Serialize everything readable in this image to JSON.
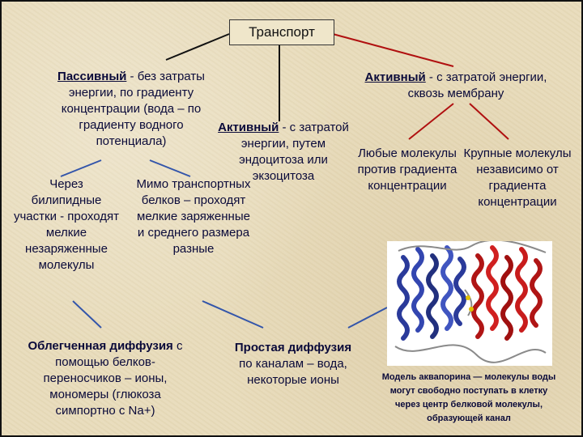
{
  "title": "Транспорт",
  "passive": {
    "head": "Пассивный",
    "rest": " - без затраты энергии, по градиенту концентрации (вода – по градиенту водного потенциала)"
  },
  "active_middle": {
    "head": "Активный",
    "rest": " - с затратой энергии, путем эндоцитоза или экзоцитоза"
  },
  "active_right": {
    "head": "Активный",
    "rest": " - с затратой энергии, сквозь мембрану"
  },
  "bilipid": "Через билипидные участки - проходят мелкие незаряженные молекулы",
  "bypass": "Мимо транспортных белков – проходят мелкие заряженные и среднего размера разные",
  "facilitated": {
    "head": "Облегченная диффузия",
    "rest": " с помощью белков-переносчиков – ионы, мономеры (глюкоза симпортно с Na+)"
  },
  "simple": {
    "head": "Простая диффузия",
    "rest": " по каналам – вода, некоторые ионы"
  },
  "any_molecules": "Любые молекулы против градиента концентрации",
  "large_molecules": "Крупные молекулы независимо от градиента концентрации",
  "caption": "Модель аквапорина — молекулы воды могут свободно поступать в клетку через центр белковой молекулы, образующей канал",
  "colors": {
    "text": "#0a0a3a",
    "line_black": "#111111",
    "line_red": "#b01010",
    "line_blue": "#3355aa"
  }
}
